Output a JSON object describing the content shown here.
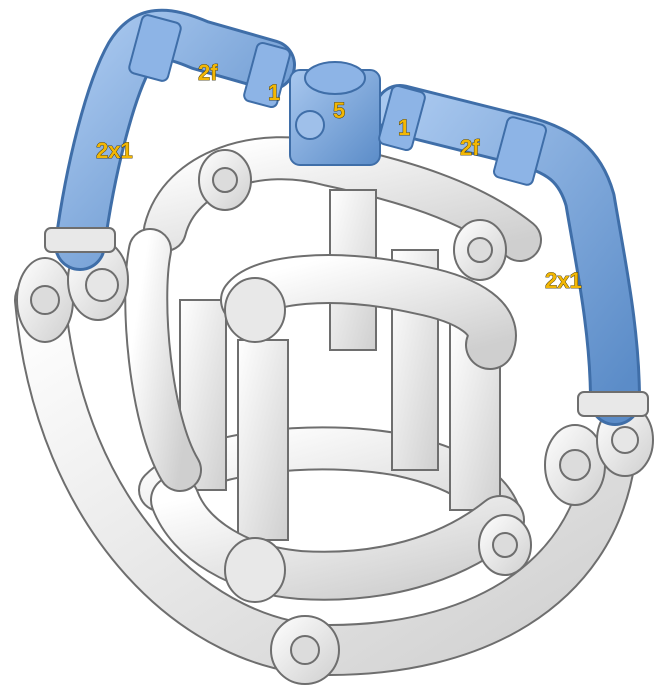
{
  "colors": {
    "highlight_pipe": "#7ea9df",
    "highlight_pipe_dark": "#4f7fbf",
    "white_pipe": "#f4f4f4",
    "white_pipe_shade": "#c9c9c9",
    "outline": "#6e6e6e",
    "label_fill": "#f2b705"
  },
  "labels": {
    "left_vertical": "2x1",
    "top_left_bend": "2f",
    "top_left_connector": "1",
    "center_hub": "5",
    "top_right_connector": "1",
    "top_right_bend": "2f",
    "right_vertical": "2x1"
  }
}
